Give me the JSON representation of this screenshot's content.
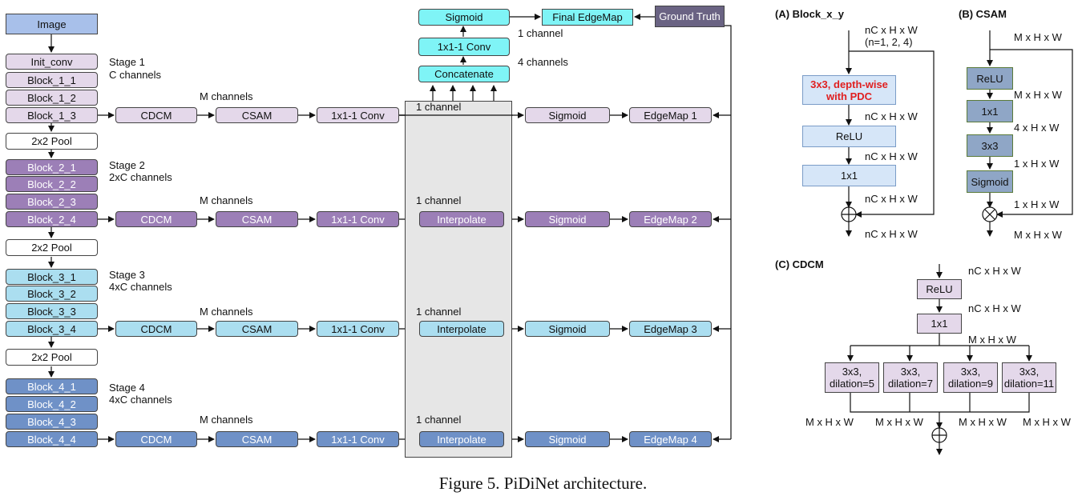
{
  "caption": "Figure 5. PiDiNet architecture.",
  "main": {
    "image": "Image",
    "init_conv": "Init_conv",
    "pool": "2x2 Pool",
    "stages": [
      {
        "blocks": [
          "Block_1_1",
          "Block_1_2",
          "Block_1_3"
        ],
        "label_1": "Stage 1",
        "label_2": "C channels"
      },
      {
        "blocks": [
          "Block_2_1",
          "Block_2_2",
          "Block_2_3",
          "Block_2_4"
        ],
        "label_1": "Stage 2",
        "label_2": "2xC channels"
      },
      {
        "blocks": [
          "Block_3_1",
          "Block_3_2",
          "Block_3_3",
          "Block_3_4"
        ],
        "label_1": "Stage 3",
        "label_2": "4xC channels"
      },
      {
        "blocks": [
          "Block_4_1",
          "Block_4_2",
          "Block_4_3",
          "Block_4_4"
        ],
        "label_1": "Stage 4",
        "label_2": "4xC channels"
      }
    ],
    "cdcm": "CDCM",
    "csam": "CSAM",
    "conv1x1": "1x1-1 Conv",
    "interpolate": "Interpolate",
    "sigmoid": "Sigmoid",
    "m_channels": "M channels",
    "one_channel": "1 channel",
    "edgemaps": [
      "EdgeMap 1",
      "EdgeMap 2",
      "EdgeMap 3",
      "EdgeMap 4"
    ],
    "concatenate": "Concatenate",
    "conv_top": "1x1-1 Conv",
    "sigmoid_top": "Sigmoid",
    "final_edgemap": "Final EdgeMap",
    "ground_truth": "Ground Truth",
    "four_channels": "4 channels"
  },
  "block_xy": {
    "title": "(A) Block_x_y",
    "in_dim": "nC x H x W",
    "in_note": "(n=1, 2, 4)",
    "pdc_1": "3x3, depth-wise",
    "pdc_2": "with PDC",
    "relu": "ReLU",
    "conv": "1x1",
    "dim": "nC x H x W"
  },
  "csam": {
    "title": "(B) CSAM",
    "dim_m": "M x H x W",
    "dim_4": "4 x H x W",
    "dim_1": "1 x H x W",
    "relu": "ReLU",
    "conv1": "1x1",
    "conv3": "3x3",
    "sigmoid": "Sigmoid"
  },
  "cdcm": {
    "title": "(C) CDCM",
    "dim_n": "nC x H x W",
    "dim_m": "M x H x W",
    "relu": "ReLU",
    "conv": "1x1",
    "branches": [
      {
        "l1": "3x3,",
        "l2": "dilation=5"
      },
      {
        "l1": "3x3,",
        "l2": "dilation=7"
      },
      {
        "l1": "3x3,",
        "l2": "dilation=9"
      },
      {
        "l1": "3x3,",
        "l2": "dilation=11"
      }
    ]
  },
  "colors": {
    "stage1": "#e4d8ea",
    "stage2": "#9c7fb7",
    "stage3": "#abdef0",
    "stage4": "#6f91c7",
    "image": "#a8c0ea",
    "top": "#7ff4f6",
    "ground_truth": "#6a6383",
    "pdc_text": "#e02020"
  }
}
